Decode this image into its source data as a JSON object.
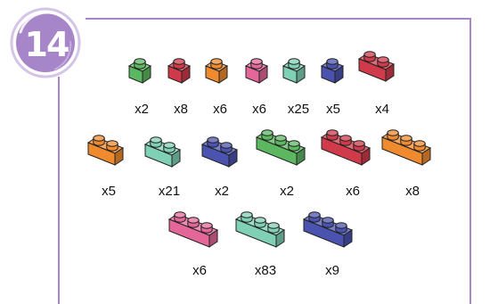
{
  "step": {
    "number": "14"
  },
  "colors": {
    "frame": "#a785c9",
    "badge": "#a785c9"
  },
  "parts": [
    {
      "name": "1x1 green",
      "color": "#5cb860",
      "studs": 1,
      "quantity": "x2"
    },
    {
      "name": "1x1 red",
      "color": "#d13a4a",
      "studs": 1,
      "quantity": "x8"
    },
    {
      "name": "1x1 orange",
      "color": "#f08a2e",
      "studs": 1,
      "quantity": "x6"
    },
    {
      "name": "1x1 pink",
      "color": "#e5679a",
      "studs": 1,
      "quantity": "x6"
    },
    {
      "name": "1x1 teal",
      "color": "#7fd0b4",
      "studs": 1,
      "quantity": "x25"
    },
    {
      "name": "1x1 blue",
      "color": "#4a53b0",
      "studs": 1,
      "quantity": "x5"
    },
    {
      "name": "1x2 red",
      "color": "#d13a4a",
      "studs": 2,
      "quantity": "x4"
    },
    {
      "name": "1x2 orange",
      "color": "#f08a2e",
      "studs": 2,
      "quantity": "x5"
    },
    {
      "name": "1x2 teal",
      "color": "#7fd0b4",
      "studs": 2,
      "quantity": "x21"
    },
    {
      "name": "1x2 blue",
      "color": "#4a53b0",
      "studs": 2,
      "quantity": "x2"
    },
    {
      "name": "1x3 green",
      "color": "#5cb860",
      "studs": 3,
      "quantity": "x2"
    },
    {
      "name": "1x3 red",
      "color": "#d13a4a",
      "studs": 3,
      "quantity": "x6"
    },
    {
      "name": "1x3 orange",
      "color": "#f08a2e",
      "studs": 3,
      "quantity": "x8"
    },
    {
      "name": "1x3 pink",
      "color": "#e5679a",
      "studs": 3,
      "quantity": "x6"
    },
    {
      "name": "1x3 teal",
      "color": "#7fd0b4",
      "studs": 3,
      "quantity": "x83"
    },
    {
      "name": "1x3 blue",
      "color": "#4a53b0",
      "studs": 3,
      "quantity": "x9"
    }
  ]
}
